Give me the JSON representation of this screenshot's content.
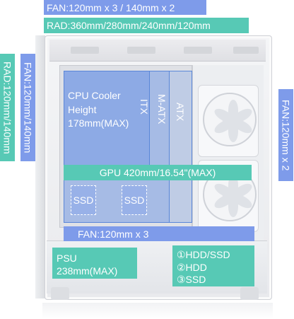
{
  "labels": {
    "fan_top": "FAN:120mm x 3 / 140mm x 2",
    "rad_top": "RAD:360mm/280mm/240mm/120mm",
    "rad_left": "RAD:120mm/140mm",
    "fan_left": "FAN:120mm/140mm",
    "fan_right": "FAN:120mm x 2",
    "atx": "ATX",
    "matx": "M-ATX",
    "itx": "ITX",
    "cpu_cooler_line1": "CPU Cooler",
    "cpu_cooler_line2": "Height",
    "cpu_cooler_line3": "178mm(MAX)",
    "gpu": "GPU 420mm/16.54\"(MAX)",
    "ssd_1": "SSD",
    "ssd_2": "SSD",
    "fan_bottom": "FAN:120mm x 3",
    "psu_line1": "PSU",
    "psu_line2": "238mm(MAX)",
    "hdd_line1": "①HDD/SSD",
    "hdd_line2": "②HDD",
    "hdd_line3": "③SSD"
  },
  "colors": {
    "blue_label": "#7e9bea",
    "teal_label": "#57c9b5",
    "motherboard_zone": "#5a86d8"
  }
}
